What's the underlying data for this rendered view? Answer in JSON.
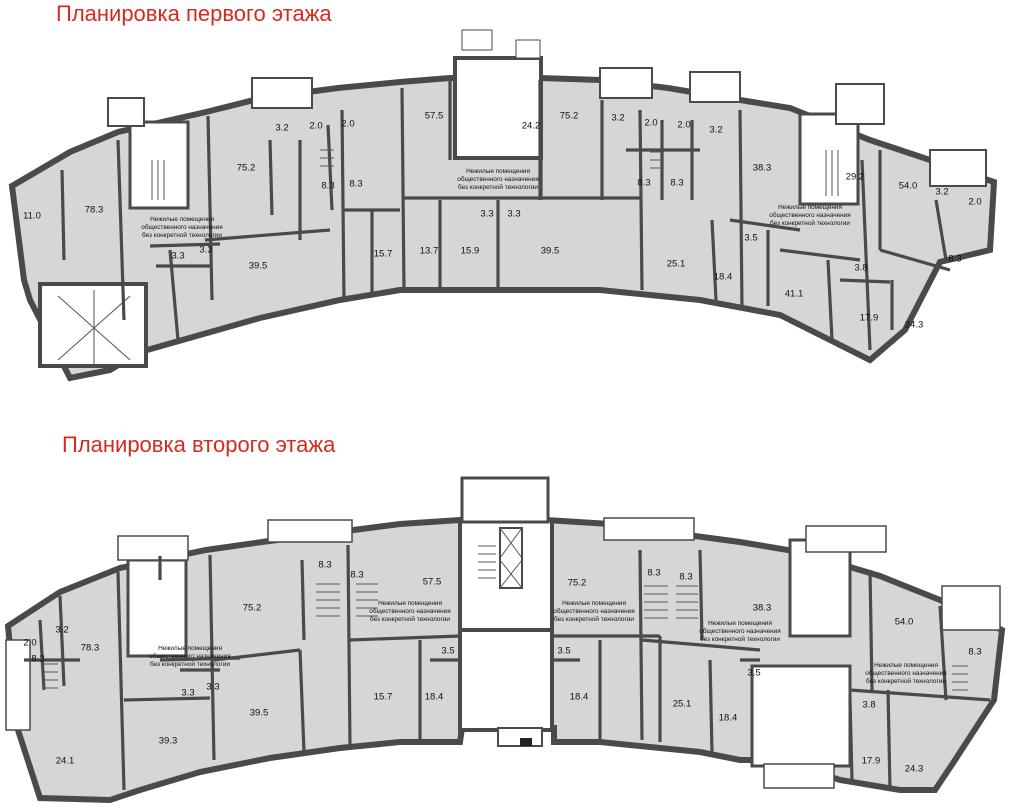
{
  "titles": {
    "floor1": "Планировка первого этажа",
    "floor2": "Планировка второго этажа"
  },
  "colors": {
    "title": "#d42a1f",
    "room_fill": "#d6d6d6",
    "wall": "#4a4a4a",
    "core_fill": "#ffffff"
  },
  "note_lines": [
    "Нежилые помещения",
    "общественного назначения",
    "без конкретной технологии"
  ],
  "floor1": {
    "rooms": [
      {
        "label": "11.0"
      },
      {
        "label": "78.3"
      },
      {
        "label": "3.3"
      },
      {
        "label": "3.3"
      },
      {
        "label": "39.5"
      },
      {
        "label": "75.2"
      },
      {
        "label": "3.2"
      },
      {
        "label": "2.0"
      },
      {
        "label": "2.0"
      },
      {
        "label": "8.3"
      },
      {
        "label": "8.3"
      },
      {
        "label": "15.7"
      },
      {
        "label": "13.7"
      },
      {
        "label": "57.5"
      },
      {
        "label": "3.3"
      },
      {
        "label": "3.3"
      },
      {
        "label": "15.9"
      },
      {
        "label": "24.2"
      },
      {
        "label": "39.5"
      },
      {
        "label": "75.2"
      },
      {
        "label": "3.2"
      },
      {
        "label": "2.0"
      },
      {
        "label": "2.0"
      },
      {
        "label": "3.2"
      },
      {
        "label": "8.3"
      },
      {
        "label": "8.3"
      },
      {
        "label": "25.1"
      },
      {
        "label": "18.4"
      },
      {
        "label": "3.5"
      },
      {
        "label": "38.3"
      },
      {
        "label": "41.1"
      },
      {
        "label": "29.2"
      },
      {
        "label": "54.0"
      },
      {
        "label": "3.2"
      },
      {
        "label": "2.0"
      },
      {
        "label": "8.3"
      },
      {
        "label": "3.8"
      },
      {
        "label": "17.9"
      },
      {
        "label": "24.3"
      }
    ]
  },
  "floor2": {
    "rooms": [
      {
        "label": "2.0"
      },
      {
        "label": "3.2"
      },
      {
        "label": "8.3"
      },
      {
        "label": "78.3"
      },
      {
        "label": "24.1"
      },
      {
        "label": "3.3"
      },
      {
        "label": "3.3"
      },
      {
        "label": "39.3"
      },
      {
        "label": "75.2"
      },
      {
        "label": "39.5"
      },
      {
        "label": "8.3"
      },
      {
        "label": "8.3"
      },
      {
        "label": "57.5"
      },
      {
        "label": "3.5"
      },
      {
        "label": "15.7"
      },
      {
        "label": "18.4"
      },
      {
        "label": "75.2"
      },
      {
        "label": "3.5"
      },
      {
        "label": "18.4"
      },
      {
        "label": "8.3"
      },
      {
        "label": "8.3"
      },
      {
        "label": "38.3"
      },
      {
        "label": "25.1"
      },
      {
        "label": "3.5"
      },
      {
        "label": "18.4"
      },
      {
        "label": "54.0"
      },
      {
        "label": "8.3"
      },
      {
        "label": "3.8"
      },
      {
        "label": "17.9"
      },
      {
        "label": "24.3"
      }
    ]
  }
}
